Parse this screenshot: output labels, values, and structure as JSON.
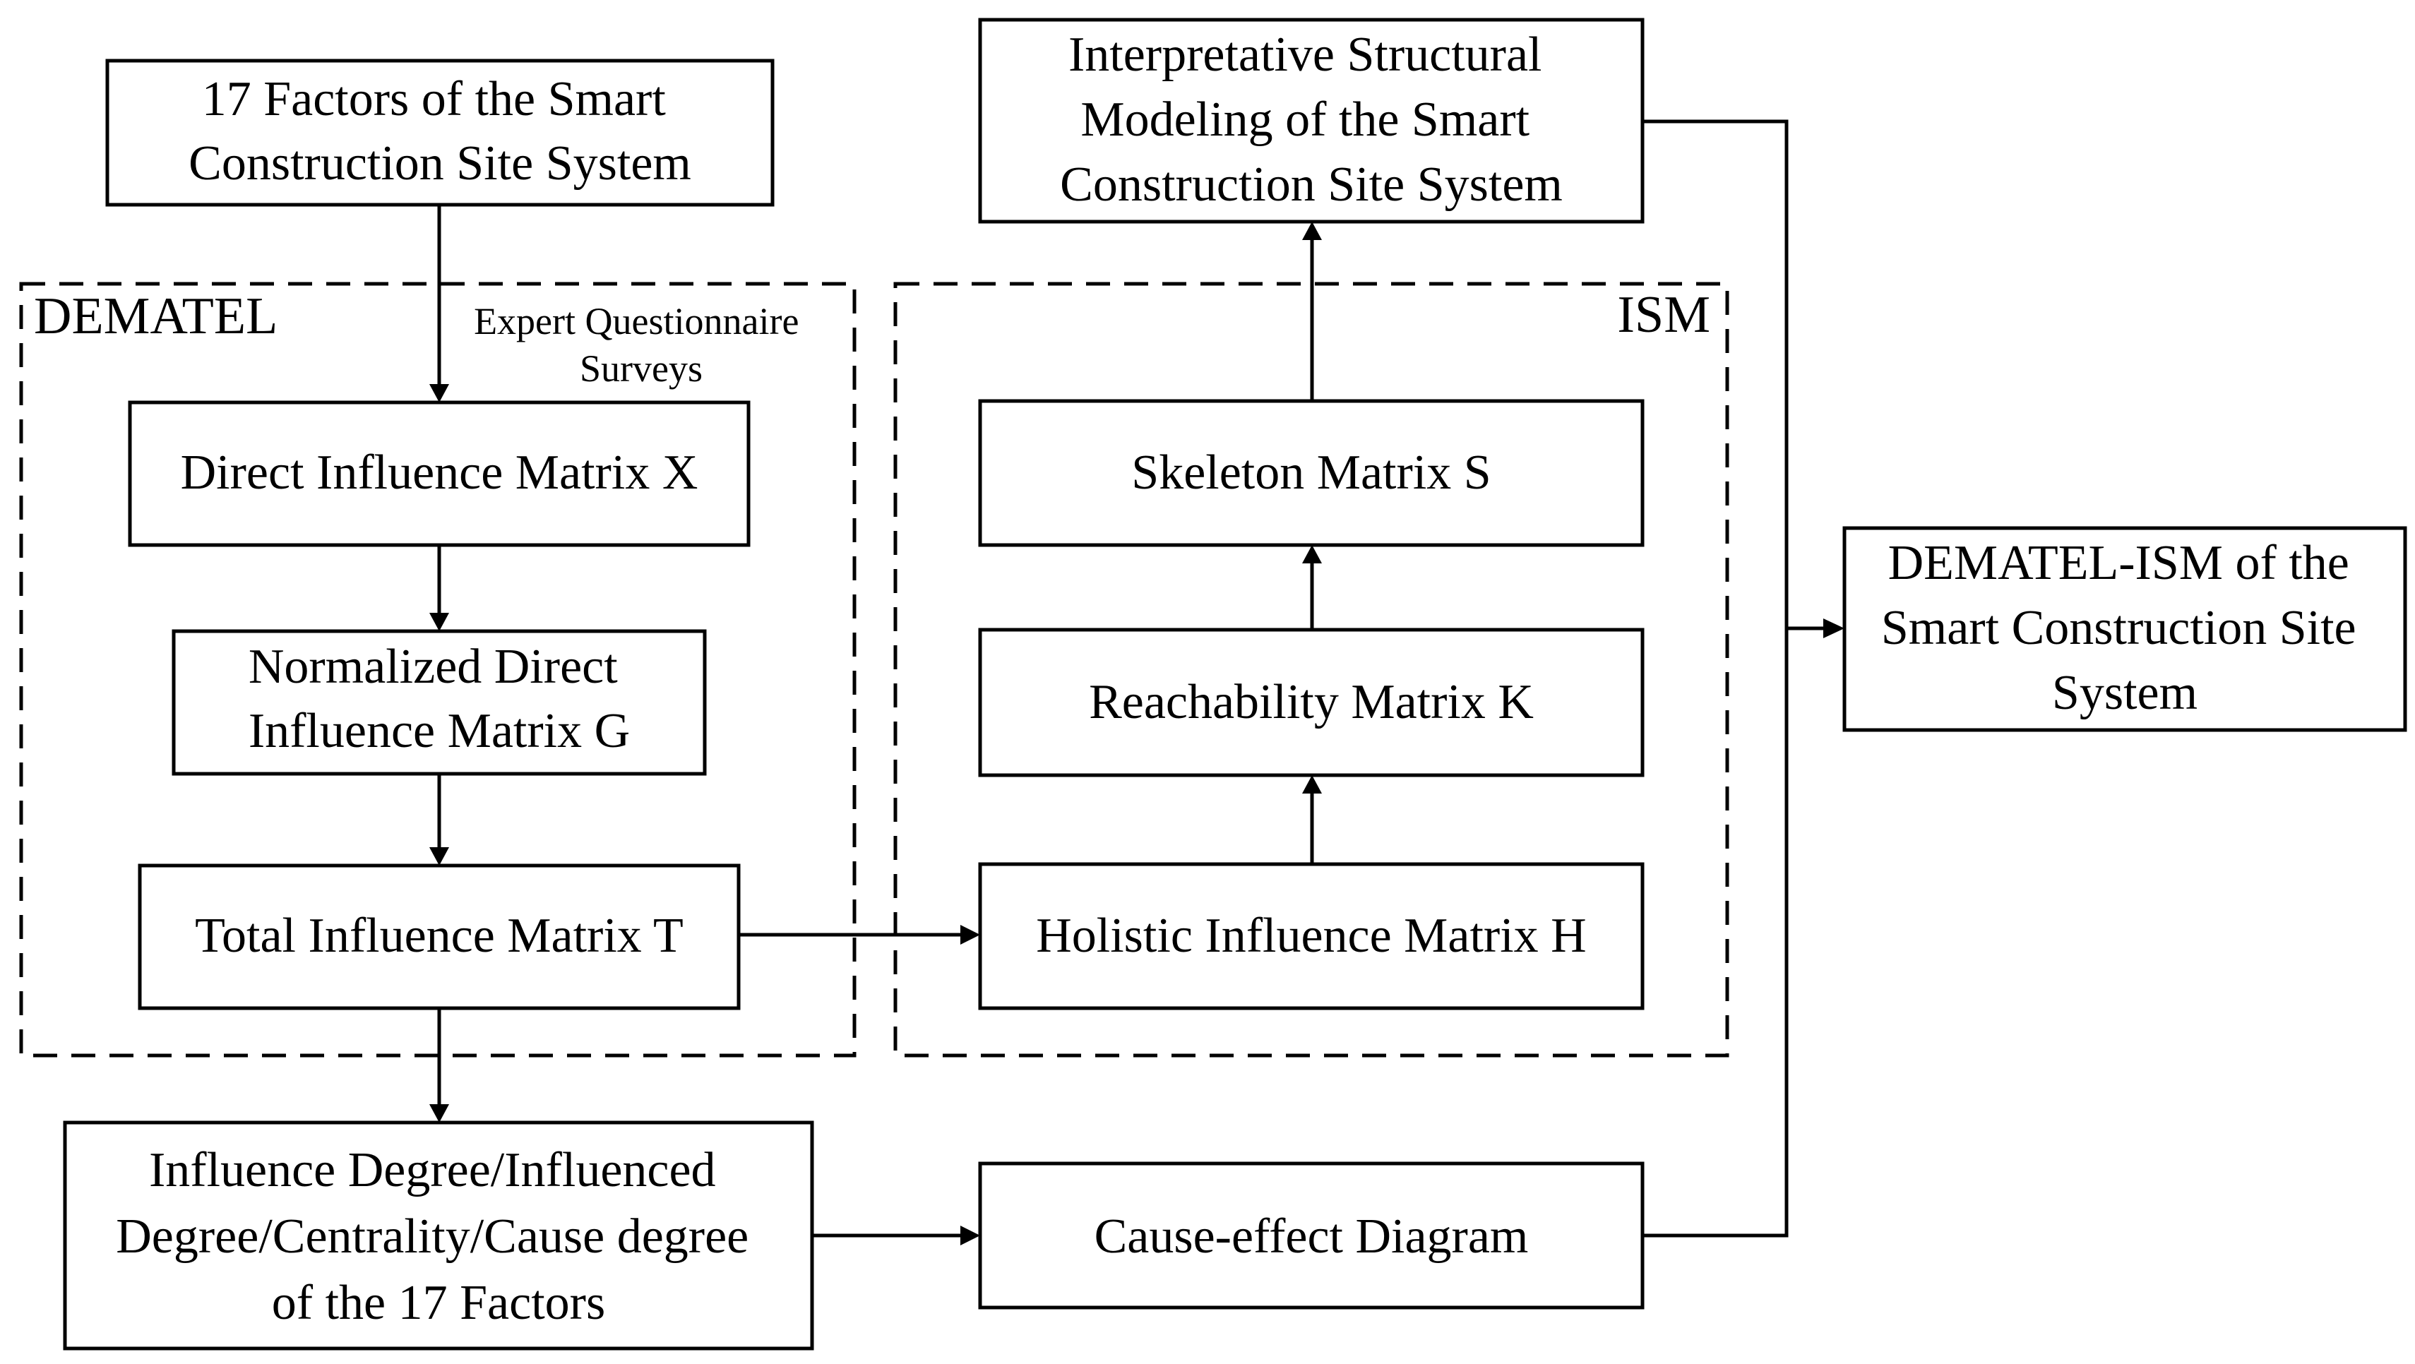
{
  "nodes": {
    "factors": [
      "17 Factors of the Smart",
      "Construction Site System"
    ],
    "ism_model": [
      "Interpretative Structural",
      "Modeling of the Smart",
      "Construction Site System"
    ],
    "direct_x": [
      "Direct Influence Matrix X"
    ],
    "normalized_g": [
      "Normalized Direct",
      "Influence Matrix G"
    ],
    "total_t": [
      "Total Influence Matrix T"
    ],
    "skeleton_s": [
      "Skeleton Matrix S"
    ],
    "reachability_k": [
      "Reachability Matrix K"
    ],
    "holistic_h": [
      "Holistic Influence Matrix H"
    ],
    "degrees": [
      "Influence Degree/Influenced",
      "Degree/Centrality/Cause degree",
      "of the 17 Factors"
    ],
    "cause_effect": [
      "Cause-effect Diagram"
    ],
    "result": [
      "DEMATEL-ISM of the",
      "Smart Construction Site",
      "System"
    ]
  },
  "groups": {
    "dematel": "DEMATEL",
    "ism": "ISM"
  },
  "annotations": {
    "survey": [
      "Expert Questionnaire",
      "Surveys"
    ]
  },
  "edges": [
    {
      "from": "factors",
      "to": "direct_x",
      "label": "Expert Questionnaire Surveys"
    },
    {
      "from": "direct_x",
      "to": "normalized_g"
    },
    {
      "from": "normalized_g",
      "to": "total_t"
    },
    {
      "from": "total_t",
      "to": "holistic_h"
    },
    {
      "from": "total_t",
      "to": "degrees"
    },
    {
      "from": "holistic_h",
      "to": "reachability_k"
    },
    {
      "from": "reachability_k",
      "to": "skeleton_s"
    },
    {
      "from": "skeleton_s",
      "to": "ism_model"
    },
    {
      "from": "degrees",
      "to": "cause_effect"
    },
    {
      "from": "ism_model",
      "to": "result"
    },
    {
      "from": "cause_effect",
      "to": "result"
    }
  ]
}
